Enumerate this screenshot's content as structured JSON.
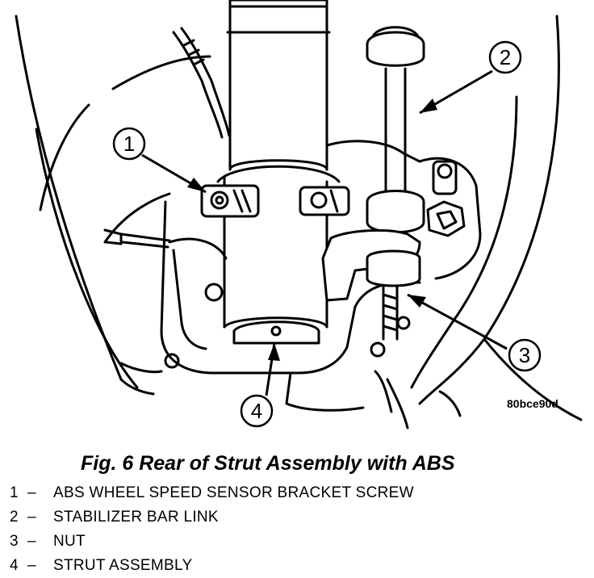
{
  "figure": {
    "image_code": "80bce90d",
    "callouts": [
      "1",
      "2",
      "3",
      "4"
    ],
    "caption": "Fig. 6 Rear of Strut Assembly with ABS"
  },
  "legend": [
    {
      "num": "1",
      "text": "ABS WHEEL SPEED SENSOR BRACKET SCREW"
    },
    {
      "num": "2",
      "text": "STABILIZER BAR LINK"
    },
    {
      "num": "3",
      "text": "NUT"
    },
    {
      "num": "4",
      "text": "STRUT ASSEMBLY"
    }
  ]
}
